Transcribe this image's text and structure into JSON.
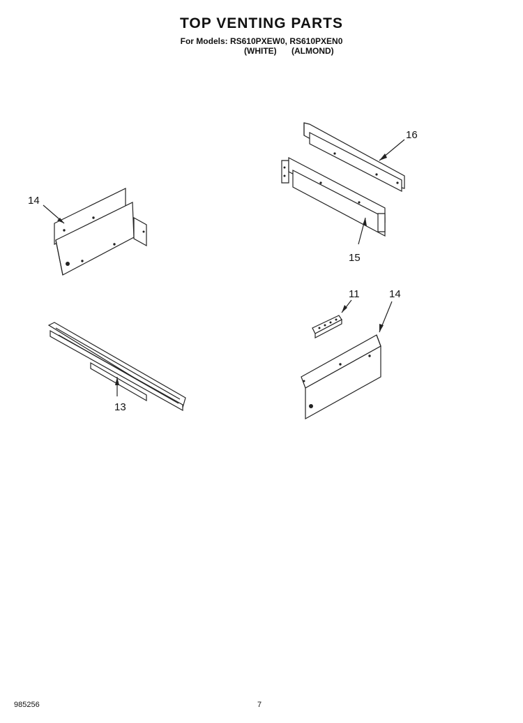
{
  "header": {
    "title": "TOP VENTING PARTS",
    "models": "For Models: RS610PXEW0, RS610PXEN0",
    "color_white": "(WHITE)",
    "color_almond": "(ALMOND)"
  },
  "callouts": {
    "part_16": "16",
    "part_15": "15",
    "part_14_left": "14",
    "part_11": "11",
    "part_14_right": "14",
    "part_13": "13"
  },
  "footer": {
    "doc_number": "985256",
    "page_number": "7"
  }
}
